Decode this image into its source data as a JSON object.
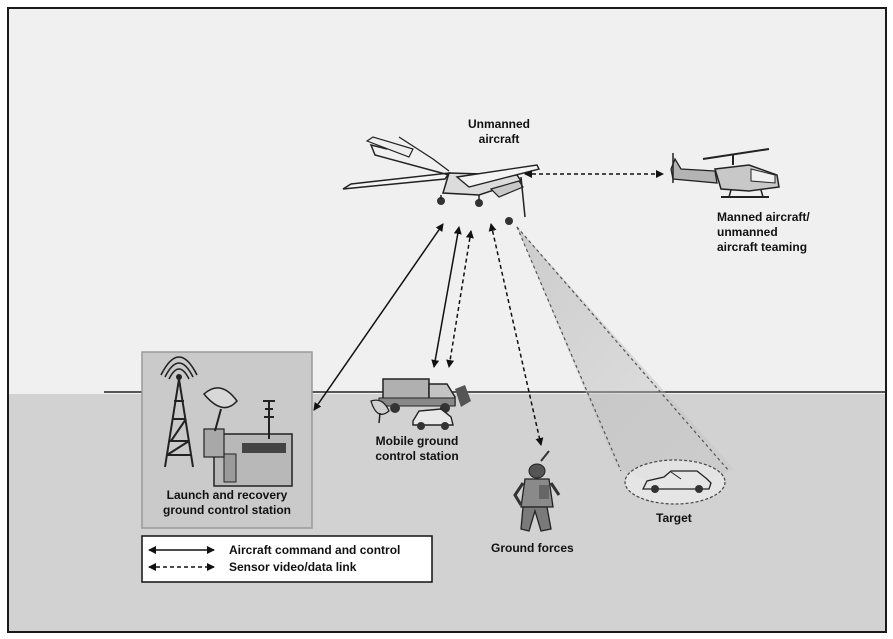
{
  "labels": {
    "unmanned_aircraft": [
      "Unmanned",
      "aircraft"
    ],
    "manned_teaming": [
      "Manned aircraft/",
      "unmanned",
      "aircraft teaming"
    ],
    "launch_recovery": [
      "Launch and recovery",
      "ground control station"
    ],
    "mobile_station": [
      "Mobile ground",
      "control station"
    ],
    "ground_forces": "Ground forces",
    "target": "Target"
  },
  "legend": {
    "command_control": "Aircraft command and control",
    "sensor_link": "Sensor video/data link"
  },
  "colors": {
    "sky": "#f0f0f0",
    "ground": "#d2d2d2",
    "station_box": "#c8c8c8",
    "ink": "#111111"
  }
}
